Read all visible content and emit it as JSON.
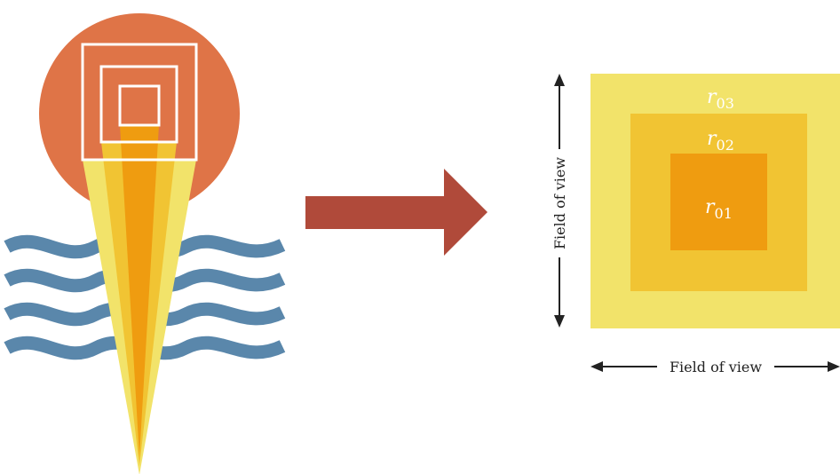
{
  "colors": {
    "sun": "#df7447",
    "wave": "#5a87ab",
    "arrow": "#b04a3a",
    "beam_outer": "#f2e36a",
    "beam_middle": "#f1c433",
    "beam_inner": "#ef9c10",
    "square_outer": "#f2e36a",
    "square_middle": "#f1c433",
    "square_inner": "#ef9c10",
    "frame_stroke": "#ffffff",
    "axis_arrow": "#222222"
  },
  "regions": {
    "outer": {
      "base": "r",
      "sub": "03"
    },
    "middle": {
      "base": "r",
      "sub": "02"
    },
    "inner": {
      "base": "r",
      "sub": "01"
    }
  },
  "axes": {
    "vertical_label": "Field of view",
    "horizontal_label": "Field of view"
  }
}
